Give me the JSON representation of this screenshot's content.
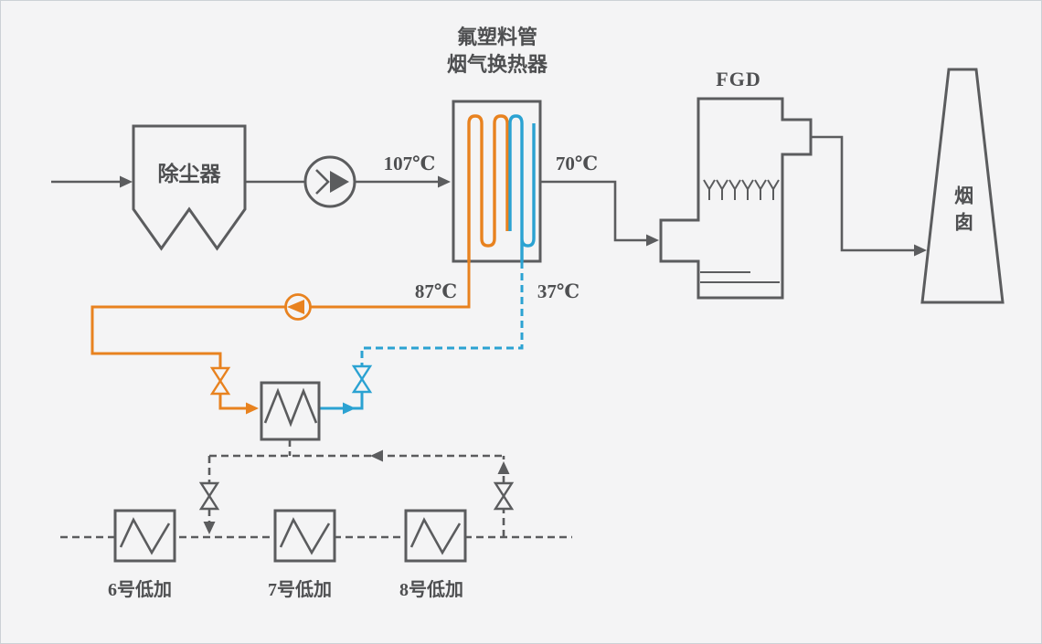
{
  "colors": {
    "background": "#f4f4f5",
    "line_gray": "#5b5c5e",
    "hot_orange": "#e8821f",
    "cold_blue": "#2ba2d2",
    "text_color": "#4e4f51"
  },
  "equipment": {
    "dust_collector": {
      "label": "除尘器"
    },
    "flue_gas_heat_exchanger": {
      "title_line1": "氟塑料管",
      "title_line2": "烟气换热器"
    },
    "fan": {
      "icon": "induced-draft-fan-icon"
    },
    "circulation_pump": {
      "icon": "circulation-pump-icon"
    },
    "fgd_absorber": {
      "label": "FGD"
    },
    "chimney": {
      "label": "烟囱"
    },
    "water_heat_exchanger": {
      "icon": "water-water-heat-exchanger-icon"
    },
    "lp_heaters": [
      {
        "label": "6号低加"
      },
      {
        "label": "7号低加"
      },
      {
        "label": "8号低加"
      }
    ]
  },
  "temperatures": {
    "fan_outlet": "107℃",
    "hx_gas_outlet": "70℃",
    "water_hot": "87℃",
    "water_cold": "37℃"
  }
}
